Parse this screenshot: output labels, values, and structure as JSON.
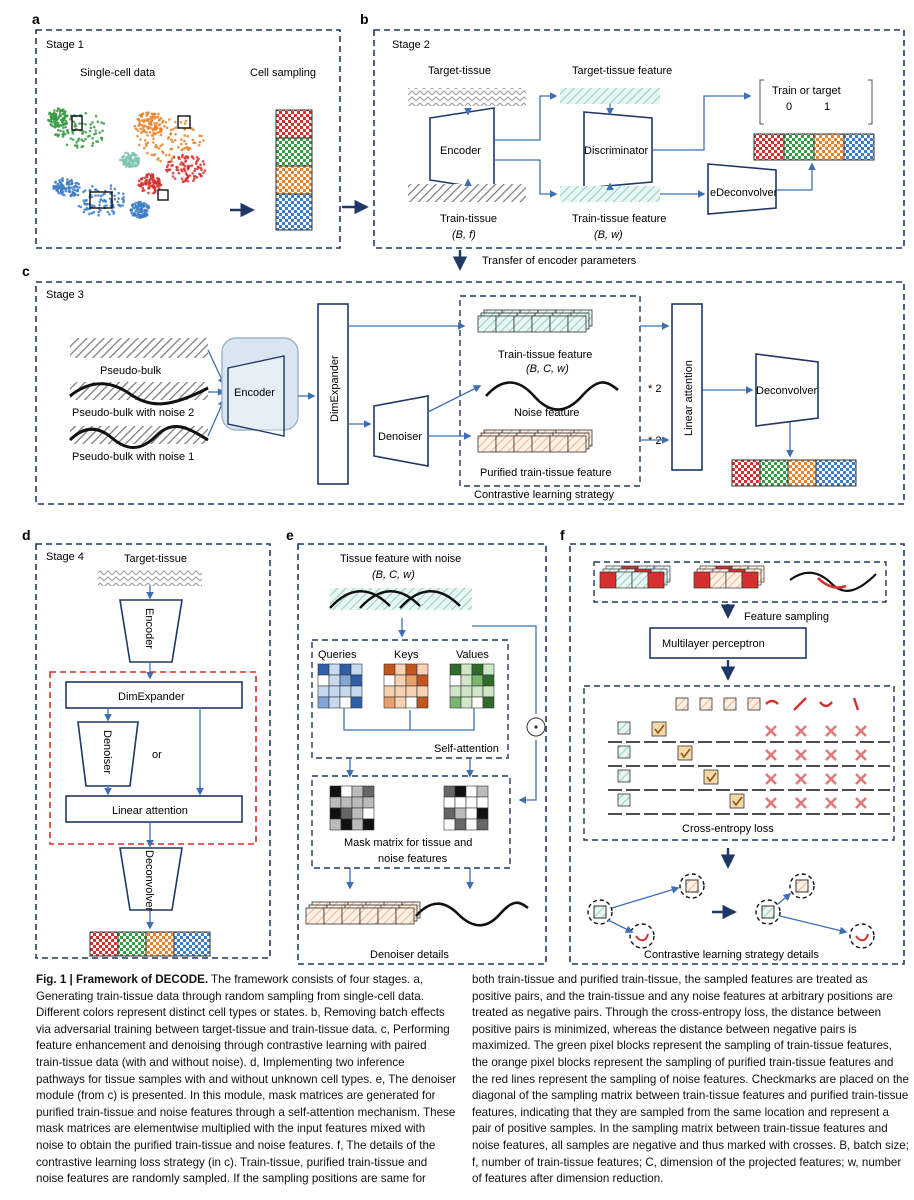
{
  "panels": {
    "a": {
      "letter": "a",
      "stage": "Stage 1",
      "single_cell": "Single-cell data",
      "cell_sampling": "Cell sampling"
    },
    "b": {
      "letter": "b",
      "stage": "Stage 2",
      "target_tissue": "Target-tissue",
      "target_feature": "Target-tissue feature",
      "train_or_target": "Train or target",
      "zero": "0",
      "one": "1",
      "encoder": "Encoder",
      "discriminator": "Discriminator",
      "train_tissue": "Train-tissue",
      "bf": "(B, f)",
      "train_feature": "Train-tissue feature",
      "bw": "(B, w)",
      "edeconvolver": "eDeconvolver",
      "transfer": "Transfer of encoder parameters"
    },
    "c": {
      "letter": "c",
      "stage": "Stage 3",
      "pseudo_bulk": "Pseudo-bulk",
      "noise2": "Pseudo-bulk with noise 2",
      "noise1": "Pseudo-bulk with noise 1",
      "encoder": "Encoder",
      "dimexpander": "DimExpander",
      "denoiser": "Denoiser",
      "train_feature": "Train-tissue feature",
      "bcw": "(B, C, w)",
      "noise_feature": "Noise feature",
      "times2a": "* 2",
      "purified": "Purified train-tissue feature",
      "times2b": "* 2",
      "contrastive": "Contrastive learning strategy",
      "linear": "Linear attention",
      "deconvolver": "Deconvolver"
    },
    "d": {
      "letter": "d",
      "stage": "Stage 4",
      "target_tissue": "Target-tissue",
      "encoder": "Encoder",
      "dimexpander": "DimExpander",
      "denoiser": "Denoiser",
      "or": "or",
      "linear": "Linear attention",
      "deconvolver": "Deconvolver"
    },
    "e": {
      "letter": "e",
      "title": "Tissue feature with noise",
      "bcw": "(B, C, w)",
      "queries": "Queries",
      "keys": "Keys",
      "values": "Values",
      "self_attention": "Self-attention",
      "mask1": "Mask matrix for tissue and",
      "mask2": "noise features",
      "details": "Denoiser details"
    },
    "f": {
      "letter": "f",
      "feature_sampling": "Feature sampling",
      "mlp": "Multilayer perceptron",
      "cross_entropy": "Cross-entropy loss",
      "details": "Contrastive learning strategy details"
    }
  },
  "colors": {
    "navy": "#1f3864",
    "blue": "#3e6fb5",
    "red": "#d62f2f",
    "green": "#3a9b45",
    "orange": "#e8832a",
    "teal": "#7cc4b4",
    "cellblue": "#3b7cc4"
  },
  "caption": {
    "fig_label": "Fig. 1 | ",
    "fig_title": "Framework of DECODE.",
    "left_text": " The framework consists of four stages. a, Generating train-tissue data through random sampling from single-cell data. Different colors represent distinct cell types or states. b, Removing batch effects via adversarial training between target-tissue and train-tissue data. c, Performing feature enhancement and denoising through contrastive learning with paired train-tissue data (with and without noise). d, Implementing two inference pathways for tissue samples with and without unknown cell types. e, The denoiser module (from c) is presented. In this module, mask matrices are generated for purified train-tissue and noise features through a self-attention mechanism. These mask matrices are elementwise multiplied with the input features mixed with noise to obtain the purified train-tissue and noise features. f, The details of the contrastive learning loss strategy (in c). Train-tissue, purified train-tissue and noise features are randomly sampled. If the sampling positions are same for",
    "right_text": "both train-tissue and purified train-tissue, the sampled features are treated as positive pairs, and the train-tissue and any noise features at arbitrary positions are treated as negative pairs. Through the cross-entropy loss, the distance between positive pairs is minimized, whereas the distance between negative pairs is maximized. The green pixel blocks represent the sampling of train-tissue features, the orange pixel blocks represent the sampling of purified train-tissue features and the red lines represent the sampling of noise features. Checkmarks are placed on the diagonal of the sampling matrix between train-tissue features and purified train-tissue features, indicating that they are sampled from the same location and represent a pair of positive samples. In the sampling matrix between train-tissue features and noise features, all samples are negative and thus marked with crosses. B, batch size; f, number of train-tissue features; C, dimension of the projected features; w, number of features after dimension reduction."
  }
}
